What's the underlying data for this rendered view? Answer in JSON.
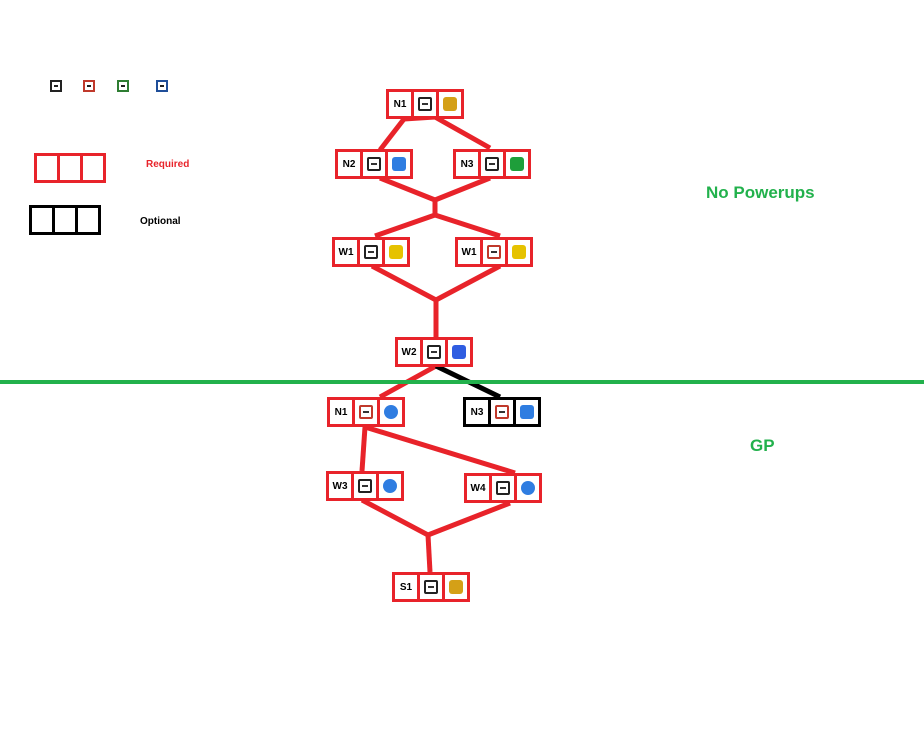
{
  "legend": {
    "chest_colors": [
      "#222222",
      "#c0392b",
      "#2e7d32",
      "#1f4e99"
    ],
    "required_label": "Required",
    "optional_label": "Optional",
    "required_color": "#e8232a",
    "optional_color": "#000000"
  },
  "regions": {
    "top_label": "No Powerups",
    "bottom_label": "GP",
    "divider_color": "#22b14c"
  },
  "nodes": [
    {
      "id": "n1-top",
      "label": "N1",
      "chest": "#222222",
      "item": "pedestal-icon",
      "item_color": "#d4a017",
      "optional": false
    },
    {
      "id": "n2",
      "label": "N2",
      "chest": "#222222",
      "item": "blue-gem-icon",
      "item_color": "#2f7de1",
      "optional": false
    },
    {
      "id": "n3-top",
      "label": "N3",
      "chest": "#222222",
      "item": "green-boot-icon",
      "item_color": "#1e9e3a",
      "optional": false
    },
    {
      "id": "w1-left",
      "label": "W1",
      "chest": "#222222",
      "item": "gold-scroll-icon",
      "item_color": "#e6c200",
      "optional": false
    },
    {
      "id": "w1-right",
      "label": "W1",
      "chest": "#c0392b",
      "item": "gold-scroll-icon",
      "item_color": "#e6c200",
      "optional": false
    },
    {
      "id": "w2",
      "label": "W2",
      "chest": "#222222",
      "item": "blue-figure-icon",
      "item_color": "#2f5de1",
      "optional": false
    },
    {
      "id": "n1-bot",
      "label": "N1",
      "chest": "#c0392b",
      "item": "blue-barrel-icon",
      "item_color": "#2f7de1",
      "optional": false
    },
    {
      "id": "n3-bot",
      "label": "N3",
      "chest": "#c0392b",
      "item": "blue-hook-icon",
      "item_color": "#2f7de1",
      "optional": true
    },
    {
      "id": "w3",
      "label": "W3",
      "chest": "#222222",
      "item": "blue-ring-icon",
      "item_color": "#2f7de1",
      "optional": false
    },
    {
      "id": "w4",
      "label": "W4",
      "chest": "#222222",
      "item": "blue-gear-icon",
      "item_color": "#2f7de1",
      "optional": false
    },
    {
      "id": "s1",
      "label": "S1",
      "chest": "#222222",
      "item": "pedestal-icon",
      "item_color": "#d4a017",
      "optional": false
    }
  ]
}
